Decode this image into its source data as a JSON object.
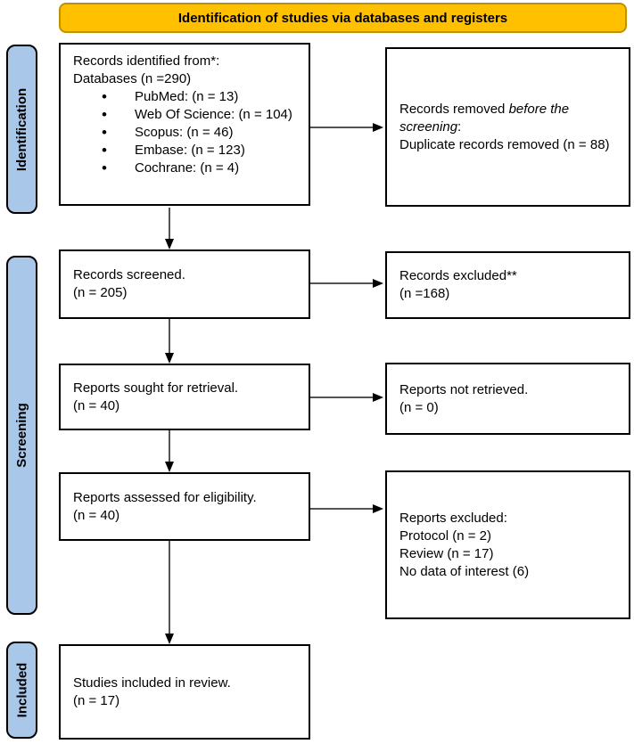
{
  "colors": {
    "banner_bg": "#FFC000",
    "banner_border": "#BF9000",
    "sidebar_bg": "#A9C7E8",
    "box_bg": "#FFFFFF",
    "box_border": "#000000",
    "text": "#000000"
  },
  "banner": {
    "label": "Identification of studies via databases and registers"
  },
  "sidebar": {
    "identification": "Identification",
    "screening": "Screening",
    "included": "Included"
  },
  "flow": {
    "records_identified": {
      "line1": "Records identified from*:",
      "line2": "Databases (n =290)",
      "bullets": [
        "PubMed: (n = 13)",
        "Web Of Science: (n = 104)",
        "Scopus: (n = 46)",
        "Embase: (n = 123)",
        "Cochrane: (n = 4)"
      ]
    },
    "records_removed": {
      "prefix": "Records removed ",
      "italic": "before the screening",
      "suffix": ":",
      "line2": "Duplicate records removed (n = 88)"
    },
    "records_screened": {
      "line1": "Records screened.",
      "line2": "(n = 205)"
    },
    "records_excluded": {
      "line1": "Records excluded**",
      "line2": "(n =168)"
    },
    "reports_sought": {
      "line1": "Reports sought for retrieval.",
      "line2": "(n = 40)"
    },
    "reports_not_retrieved": {
      "line1": "Reports not retrieved.",
      "line2": "(n = 0)"
    },
    "reports_assessed": {
      "line1": "Reports assessed for eligibility.",
      "line2": "(n = 40)"
    },
    "reports_excluded": {
      "line1": "Reports excluded:",
      "line2": "Protocol (n = 2)",
      "line3": "Review (n = 17)",
      "line4": "No data of interest (6)"
    },
    "studies_included": {
      "line1": "Studies included in review.",
      "line2": "(n = 17)"
    }
  }
}
